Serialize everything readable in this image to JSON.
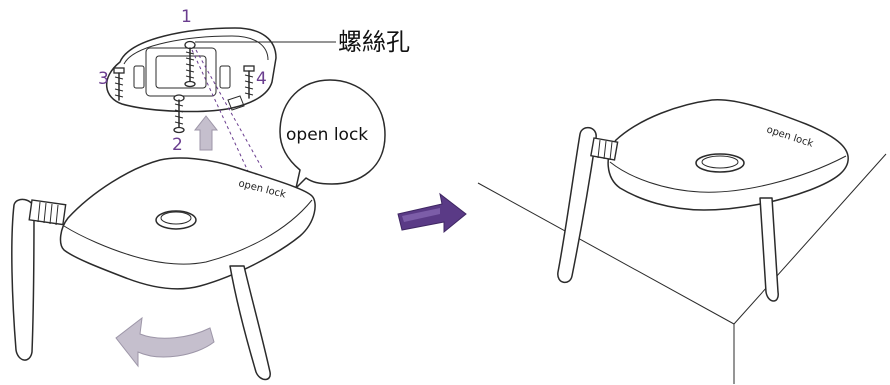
{
  "labels": {
    "screw_1": "1",
    "screw_2": "2",
    "screw_3": "3",
    "screw_4": "4",
    "screw_hole": "螺絲孔",
    "callout_open_lock": "open lock",
    "device_print_left": "open lock",
    "device_print_right": "open lock"
  },
  "colors": {
    "accent_purple": "#6a3d8f",
    "arrow_gray": "#b9b3c2",
    "line": "#2b2b2b"
  },
  "icons": {
    "step_arrow": "arrow-right-icon",
    "rotate_arrow": "rotate-arrow-icon",
    "push_up_arrow": "arrow-up-icon"
  }
}
